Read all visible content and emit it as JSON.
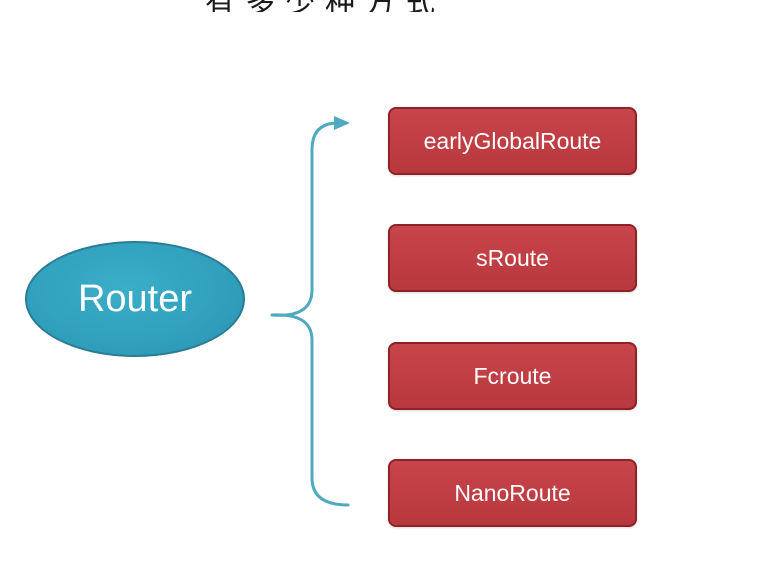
{
  "diagram": {
    "header_fragment": "有多少种方式",
    "root": {
      "label": "Router"
    },
    "children": [
      {
        "label": "earlyGlobalRoute"
      },
      {
        "label": "sRoute"
      },
      {
        "label": "Fcroute"
      },
      {
        "label": "NanoRoute"
      }
    ],
    "colors": {
      "root_fill": "#2f9dba",
      "root_border": "#2a7d96",
      "child_fill": "#c0404a",
      "child_border": "#8f2226",
      "connector": "#4fa9bf",
      "text": "#ffffff"
    }
  }
}
